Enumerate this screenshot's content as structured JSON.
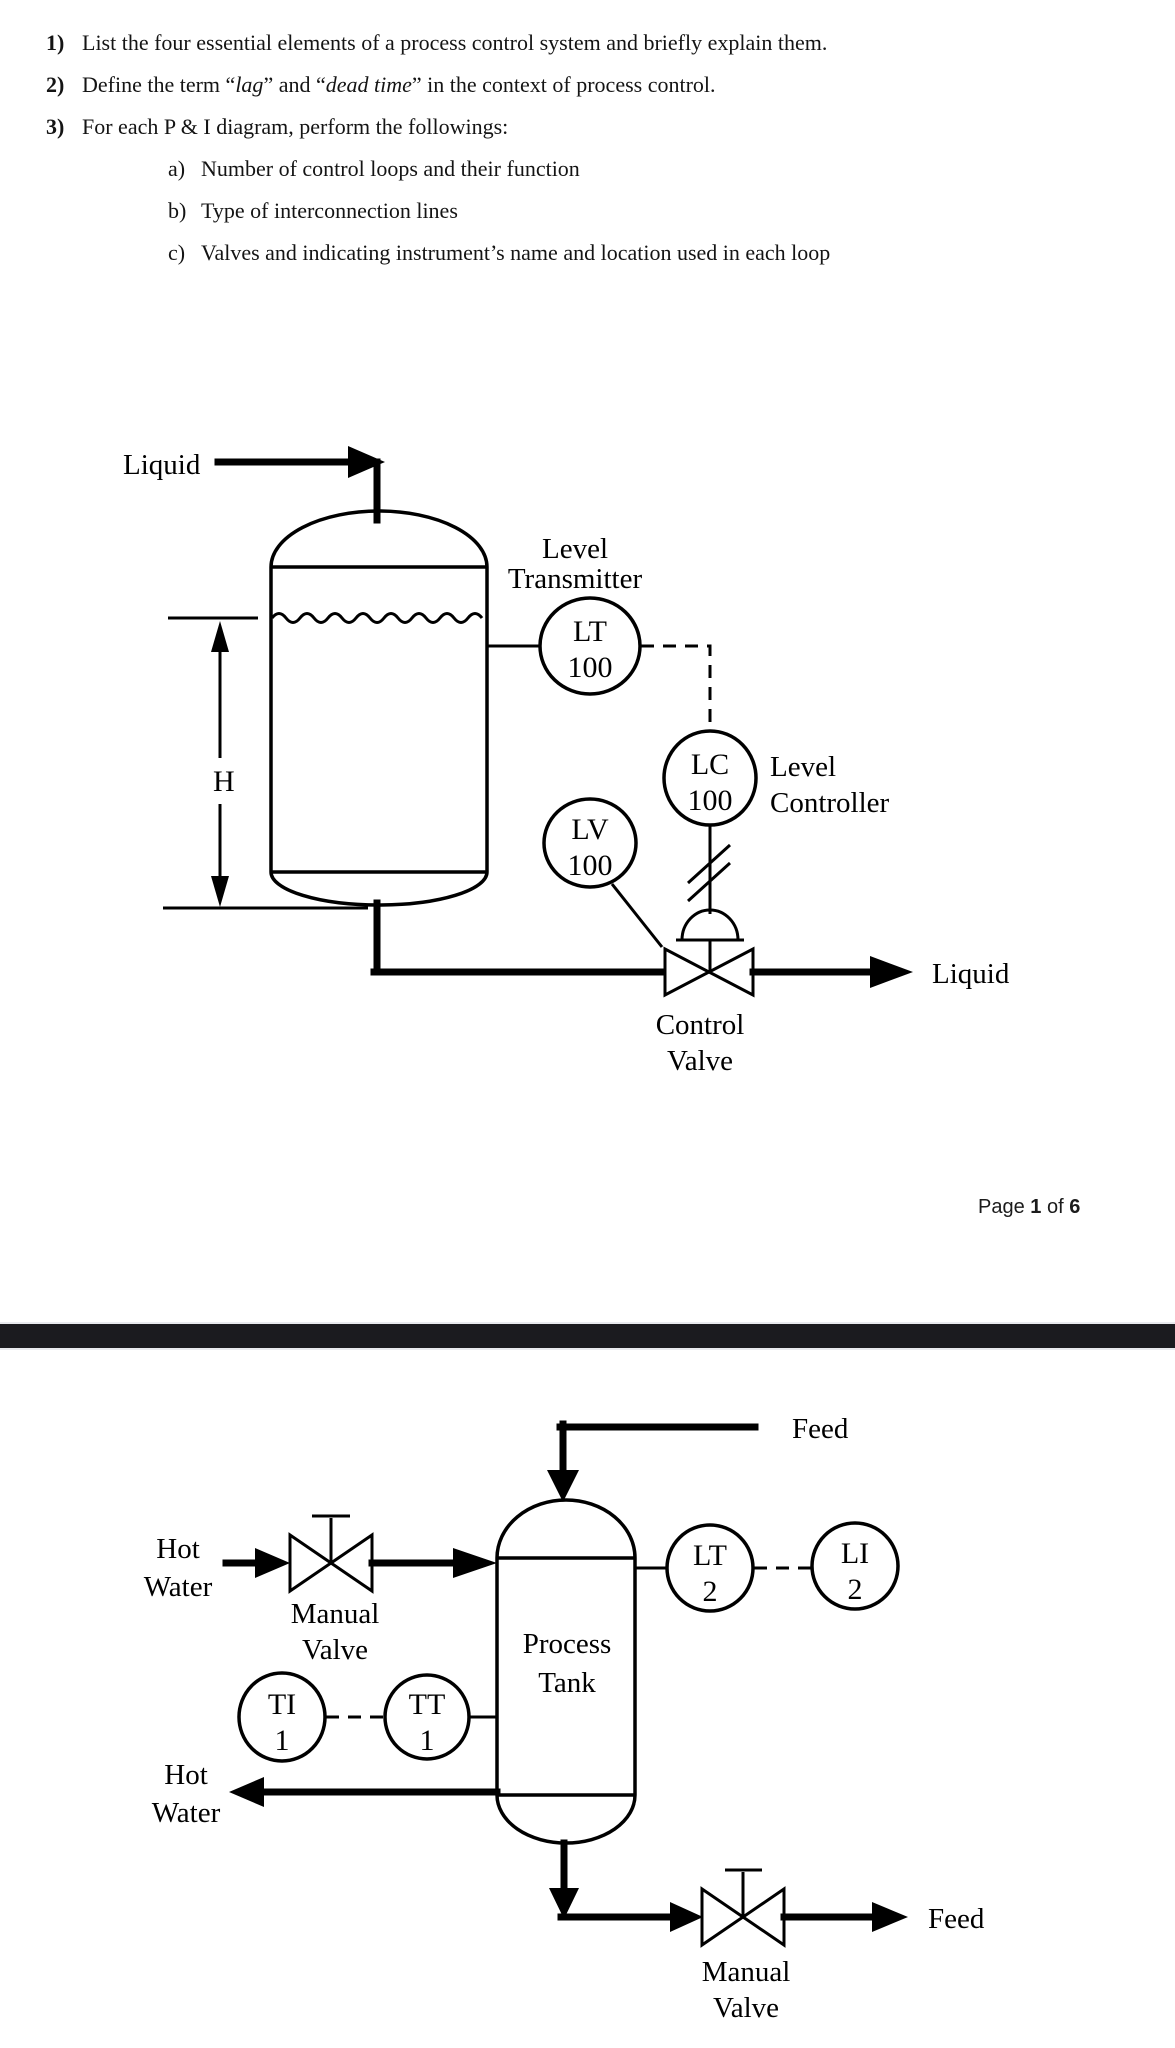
{
  "page1": {
    "questions": [
      {
        "num": "1)",
        "segments": [
          {
            "text": "List the four essential elements of a process control system and briefly explain them."
          }
        ]
      },
      {
        "num": "2)",
        "segments": [
          {
            "text": "Define the term “"
          },
          {
            "text": "lag",
            "italic": true
          },
          {
            "text": "” and “"
          },
          {
            "text": "dead time",
            "italic": true
          },
          {
            "text": "” in the context of process control."
          }
        ]
      },
      {
        "num": "3)",
        "segments": [
          {
            "text": "For each P & I diagram, perform the followings:"
          }
        ]
      }
    ],
    "sub_questions": [
      {
        "num": "a)",
        "text": "Number of control loops and their function"
      },
      {
        "num": "b)",
        "text": "Type of interconnection lines"
      },
      {
        "num": "c)",
        "text": "Valves and indicating instrument’s name and location used in each loop"
      }
    ],
    "footer": {
      "word_page": "Page",
      "page_number": "1",
      "word_of": "of",
      "page_total": "6"
    },
    "diagram1": {
      "inlet_label": "Liquid",
      "outlet_label": "Liquid",
      "height_label": "H",
      "lt": {
        "caption1": "Level",
        "caption2": "Transmitter",
        "letters": "LT",
        "number": "100"
      },
      "lc": {
        "caption1": "Level",
        "caption2": "Controller",
        "letters": "LC",
        "number": "100"
      },
      "lv": {
        "letters": "LV",
        "number": "100"
      },
      "valve": {
        "caption1": "Control",
        "caption2": "Valve"
      }
    }
  },
  "page2": {
    "diagram2": {
      "feed_in_label": "Feed",
      "feed_out_label": "Feed",
      "hot_water_in": {
        "line1": "Hot",
        "line2": "Water"
      },
      "hot_water_out": {
        "line1": "Hot",
        "line2": "Water"
      },
      "manual_valve_in": {
        "line1": "Manual",
        "line2": "Valve"
      },
      "manual_valve_out": {
        "line1": "Manual",
        "line2": "Valve"
      },
      "tank": {
        "line1": "Process",
        "line2": "Tank"
      },
      "lt": {
        "letters": "LT",
        "number": "2"
      },
      "li": {
        "letters": "LI",
        "number": "2"
      },
      "ti": {
        "letters": "TI",
        "number": "1"
      },
      "tt": {
        "letters": "TT",
        "number": "1"
      }
    }
  }
}
